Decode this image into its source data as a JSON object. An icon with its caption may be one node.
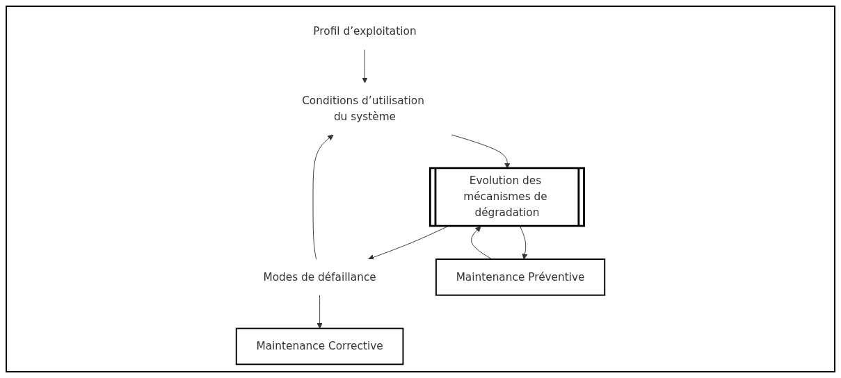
{
  "diagram": {
    "nodes": [
      {
        "text": [
          "Profil d’exploitation"
        ]
      },
      {
        "text": [
          "Conditions d’utilisation du système"
        ]
      },
      {
        "text": [
          "Modes de défaillance"
        ]
      },
      {
        "text": [
          "Maintenance Corrective"
        ]
      },
      {
        "text": [
          "Maintenance Préventive"
        ]
      },
      {
        "text": [
          "Evolution des mécanismes de dégradation"
        ]
      }
    ],
    "edges": [
      {
        "from": 0,
        "to": 1,
        "arrow": "to"
      },
      {
        "from": 2,
        "to": 1,
        "arrow": "to"
      },
      {
        "from": 2,
        "to": 3,
        "arrow": "to"
      },
      {
        "from": 5,
        "to": 2,
        "arrow": "to"
      },
      {
        "from": 5,
        "to": 4,
        "arrow": "to"
      },
      {
        "from": 1,
        "to": 5,
        "arrow": "to"
      },
      {
        "from": 4,
        "to": 5,
        "arrow": "to"
      }
    ]
  }
}
